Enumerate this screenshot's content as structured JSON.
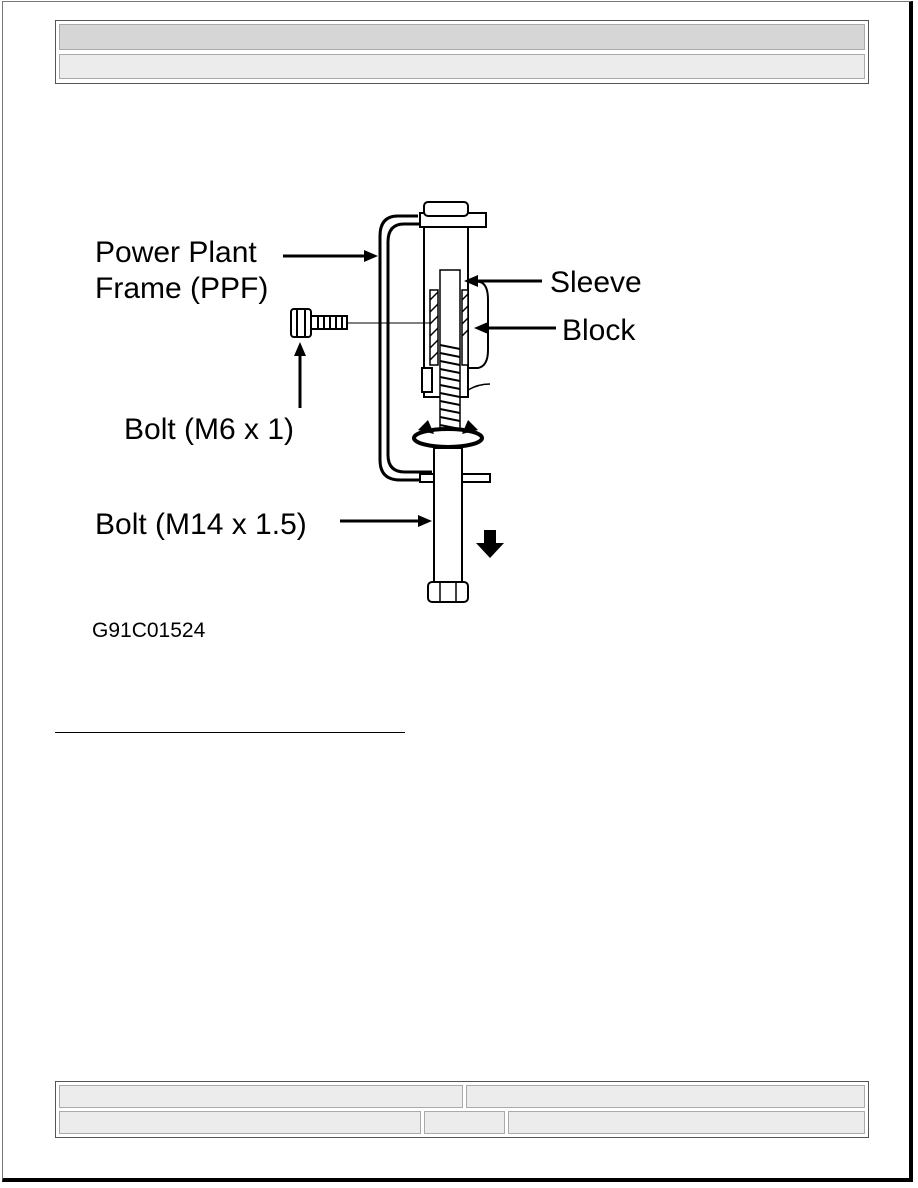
{
  "header": {
    "row1_text": "",
    "row2_text": ""
  },
  "figure": {
    "labels": {
      "ppf_line1": "Power Plant",
      "ppf_line2": "Frame (PPF)",
      "sleeve": "Sleeve",
      "block": "Block",
      "bolt_m6": "Bolt (M6 x 1)",
      "bolt_m14": "Bolt (M14 x 1.5)"
    },
    "code": "G91C01524"
  },
  "footer": {
    "row1": [
      "",
      ""
    ],
    "row2": [
      "",
      "",
      ""
    ]
  }
}
